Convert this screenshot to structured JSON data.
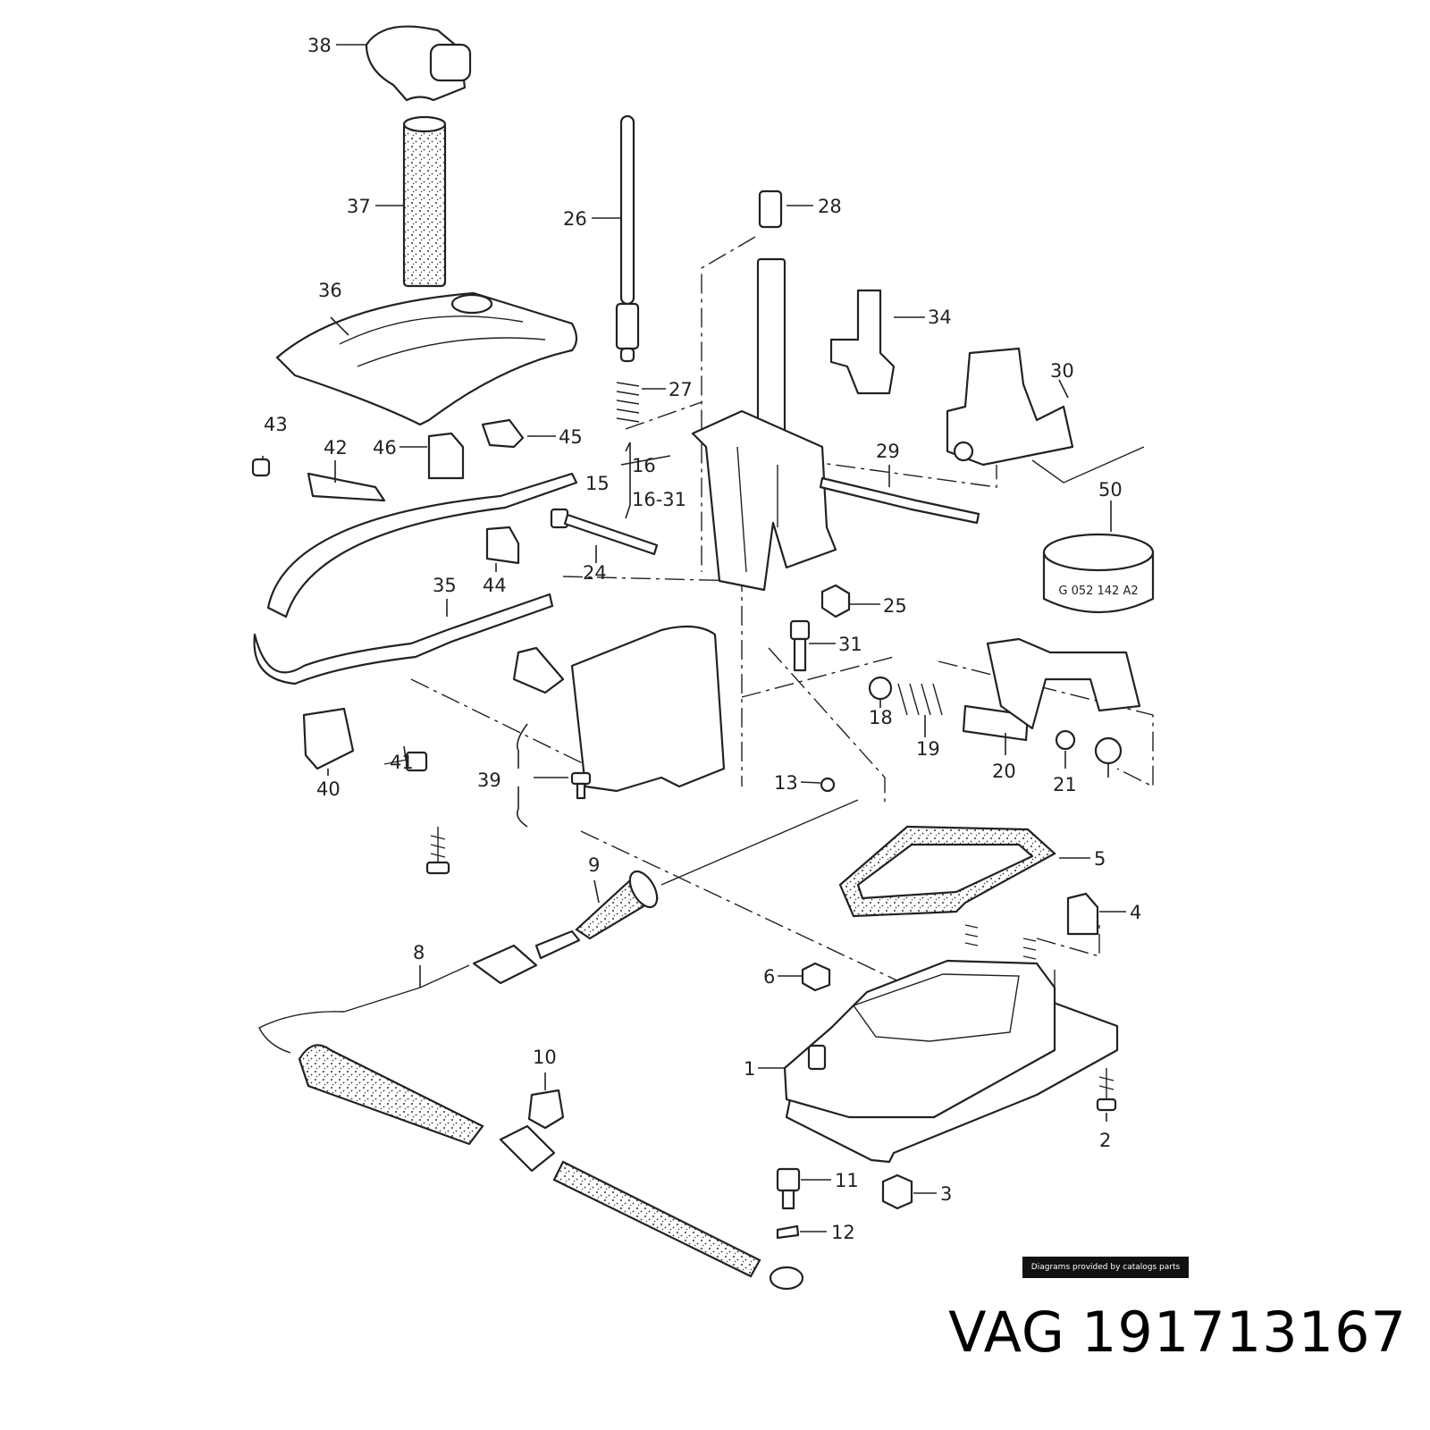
{
  "diagram": {
    "callouts": [
      "38",
      "37",
      "36",
      "26",
      "27",
      "28",
      "34",
      "30",
      "43",
      "42",
      "46",
      "45",
      "15",
      "16",
      "16-31",
      "29",
      "50",
      "24",
      "44",
      "35",
      "25",
      "31",
      "18",
      "19",
      "20",
      "21",
      "40",
      "41",
      "39",
      "13",
      "9",
      "5",
      "4",
      "6",
      "8",
      "1",
      "10",
      "2",
      "11",
      "3",
      "12"
    ],
    "part_marking": "G 052 142 A2",
    "credit": "Diagrams provided by catalogs parts"
  },
  "caption": {
    "brand": "VAG",
    "part_number": "191713167"
  }
}
